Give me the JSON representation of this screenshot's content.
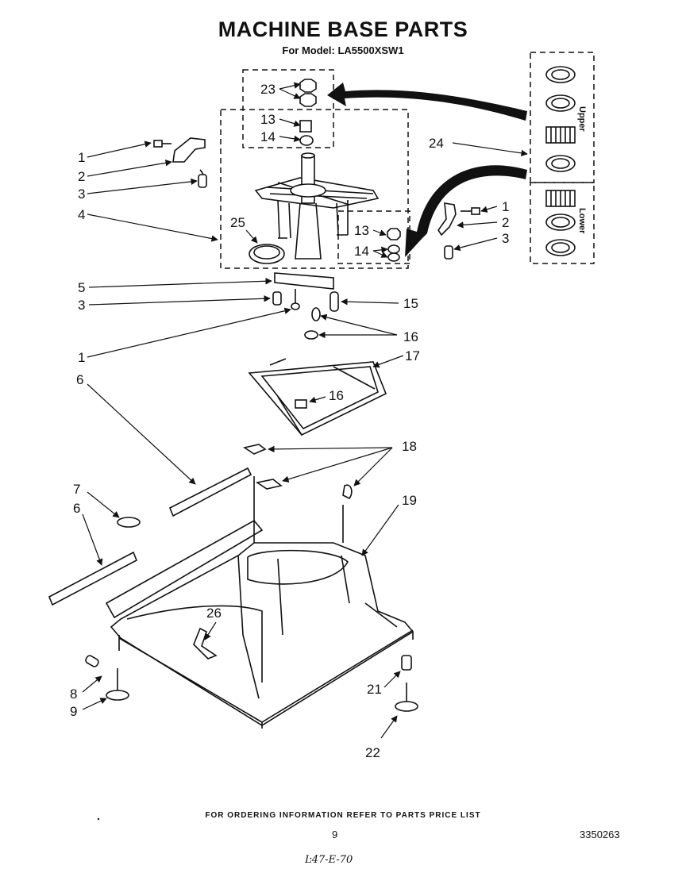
{
  "header": {
    "title": "MACHINE BASE PARTS",
    "model_line": "For Model: LA5500XSW1"
  },
  "callouts": [
    {
      "id": "c23",
      "text": "23"
    },
    {
      "id": "c13a",
      "text": "13"
    },
    {
      "id": "c14a",
      "text": "14"
    },
    {
      "id": "c1a",
      "text": "1"
    },
    {
      "id": "c2a",
      "text": "2"
    },
    {
      "id": "c3a",
      "text": "3"
    },
    {
      "id": "c24",
      "text": "24"
    },
    {
      "id": "c4",
      "text": "4"
    },
    {
      "id": "c25",
      "text": "25"
    },
    {
      "id": "c1b",
      "text": "1"
    },
    {
      "id": "c2b",
      "text": "2"
    },
    {
      "id": "c3b",
      "text": "3"
    },
    {
      "id": "c13b",
      "text": "13"
    },
    {
      "id": "c14b",
      "text": "14"
    },
    {
      "id": "c5",
      "text": "5"
    },
    {
      "id": "c3c",
      "text": "3"
    },
    {
      "id": "c15",
      "text": "15"
    },
    {
      "id": "c16a",
      "text": "16"
    },
    {
      "id": "c1c",
      "text": "1"
    },
    {
      "id": "c17",
      "text": "17"
    },
    {
      "id": "c6a",
      "text": "6"
    },
    {
      "id": "c16b",
      "text": "16"
    },
    {
      "id": "c18",
      "text": "18"
    },
    {
      "id": "c7",
      "text": "7"
    },
    {
      "id": "c19",
      "text": "19"
    },
    {
      "id": "c6b",
      "text": "6"
    },
    {
      "id": "c26",
      "text": "26"
    },
    {
      "id": "c8",
      "text": "8"
    },
    {
      "id": "c9",
      "text": "9"
    },
    {
      "id": "c21",
      "text": "21"
    },
    {
      "id": "c22",
      "text": "22"
    }
  ],
  "bearing_box": {
    "upper_label": "Upper",
    "lower_label": "Lower"
  },
  "footer": {
    "ordering_note": "FOR ORDERING INFORMATION REFER TO PARTS PRICE LIST",
    "page_number": "9",
    "doc_number": "3350263",
    "handwritten_note": "Ŀ47-E-70"
  },
  "colors": {
    "ink": "#111111",
    "paper": "#ffffff"
  }
}
